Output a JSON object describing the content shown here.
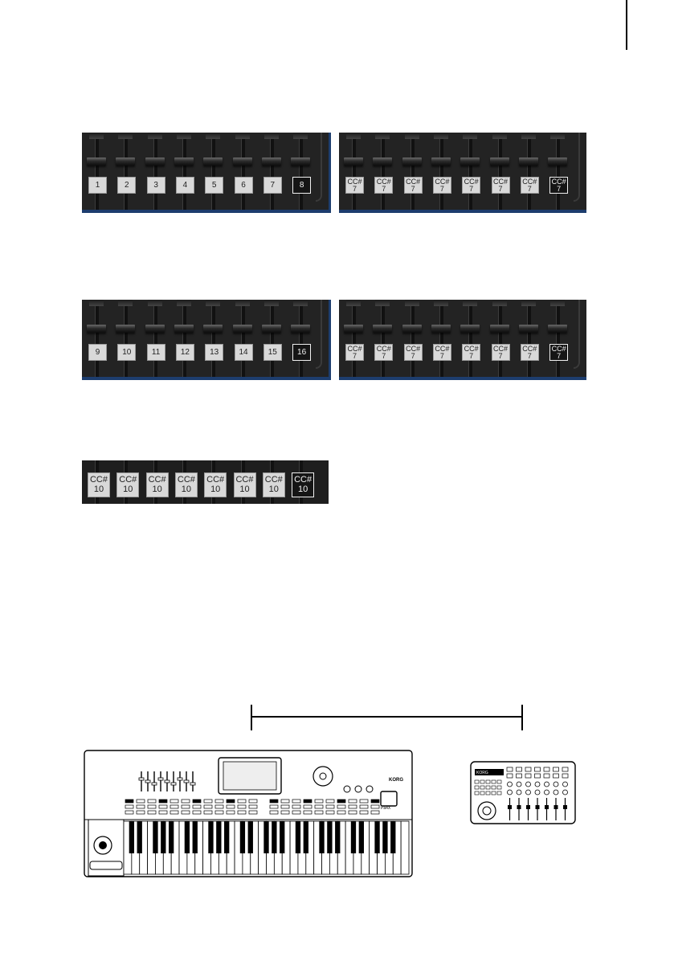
{
  "panels": {
    "numbers_1_8": [
      "1",
      "2",
      "3",
      "4",
      "5",
      "6",
      "7",
      "8"
    ],
    "cc_top": [
      [
        "CC#",
        "7"
      ],
      [
        "CC#",
        "7"
      ],
      [
        "CC#",
        "7"
      ],
      [
        "CC#",
        "7"
      ],
      [
        "CC#",
        "7"
      ],
      [
        "CC#",
        "7"
      ],
      [
        "CC#",
        "7"
      ],
      [
        "CC#",
        "7"
      ]
    ],
    "numbers_9_16": [
      "9",
      "10",
      "11",
      "12",
      "13",
      "14",
      "15",
      "16"
    ],
    "cc_mid": [
      [
        "CC#",
        "7"
      ],
      [
        "CC#",
        "7"
      ],
      [
        "CC#",
        "7"
      ],
      [
        "CC#",
        "7"
      ],
      [
        "CC#",
        "7"
      ],
      [
        "CC#",
        "7"
      ],
      [
        "CC#",
        "7"
      ],
      [
        "CC#",
        "7"
      ]
    ],
    "cc_bottom": [
      [
        "CC#",
        "10"
      ],
      [
        "CC#",
        "10"
      ],
      [
        "CC#",
        "10"
      ],
      [
        "CC#",
        "10"
      ],
      [
        "CC#",
        "10"
      ],
      [
        "CC#",
        "10"
      ],
      [
        "CC#",
        "10"
      ],
      [
        "CC#",
        "10"
      ]
    ]
  },
  "instruments": {
    "keyboard_brand": "KORG",
    "keyboard_model": "Pa4X",
    "controller_brand": "KORG"
  },
  "colors": {
    "panel": "#232323",
    "accent_blue": "#1d3d6e",
    "label": "#d9d9d9",
    "selected_label": "#151515"
  }
}
